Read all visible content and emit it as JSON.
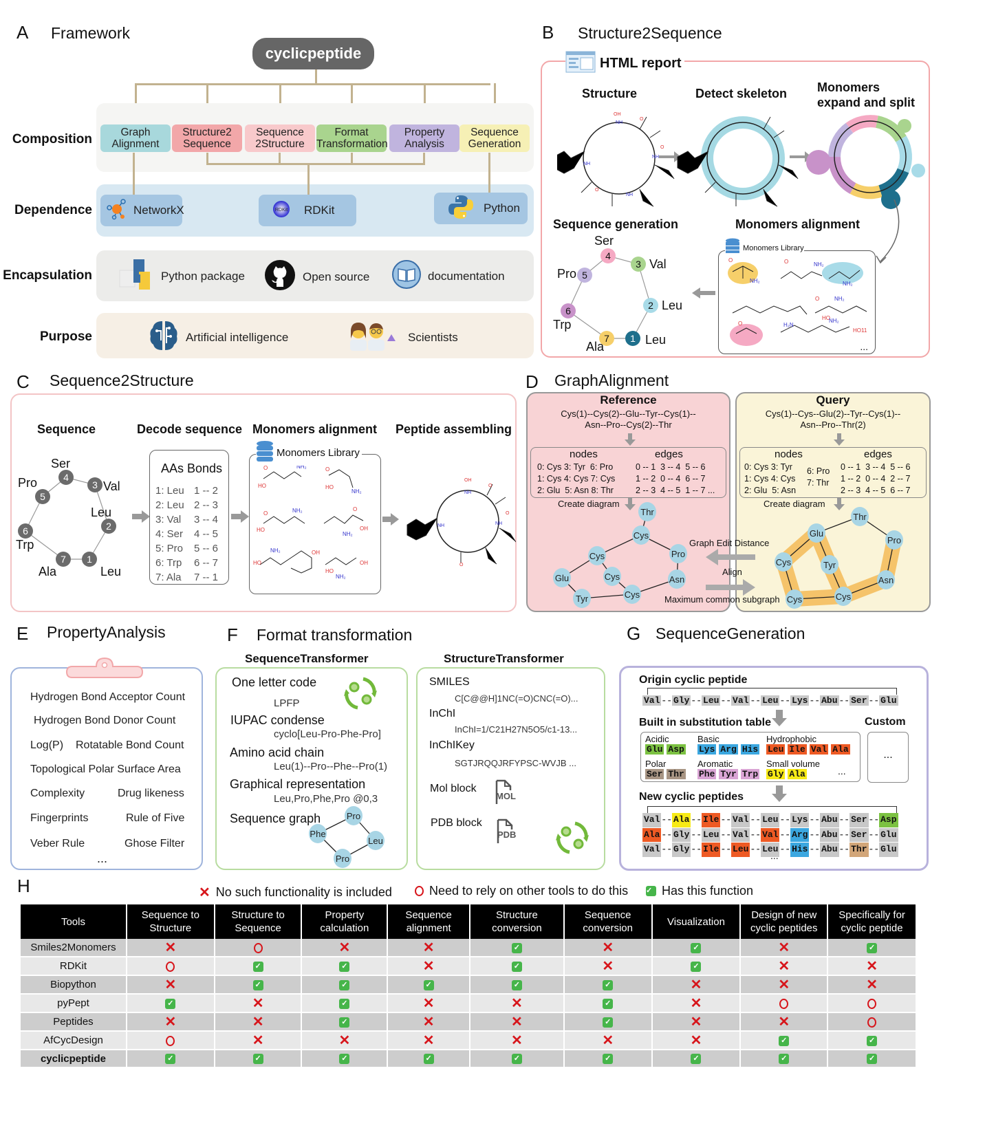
{
  "panelA": {
    "letter": "A",
    "title": "Framework",
    "root": "cyclicpeptide",
    "row_labels": [
      "Composition",
      "Dependence",
      "Encapsulation",
      "Purpose"
    ],
    "composition": [
      {
        "label": "Graph Alignment",
        "color": "#a8d8dc"
      },
      {
        "label": "Structure2 Sequence",
        "color": "#f2a7a9"
      },
      {
        "label": "Sequence 2Structure",
        "color": "#f8c9cb"
      },
      {
        "label": "Format Transformation",
        "color": "#a9d48e"
      },
      {
        "label": "Property Analysis",
        "color": "#c0b4de"
      },
      {
        "label": "Sequence Generation",
        "color": "#f6f0b5"
      }
    ],
    "dependence": [
      {
        "label": "NetworkX",
        "icon": "networkx-icon"
      },
      {
        "label": "RDKit",
        "icon": "rdkit-icon"
      },
      {
        "label": "Python",
        "icon": "python-icon"
      }
    ],
    "encapsulation": [
      {
        "label": "Python package",
        "icon": "python-package-icon"
      },
      {
        "label": "Open source",
        "icon": "github-icon"
      },
      {
        "label": "documentation",
        "icon": "book-icon"
      }
    ],
    "purpose": [
      {
        "label": "Artificial intelligence",
        "icon": "brain-icon"
      },
      {
        "label": "Scientists",
        "icon": "scientists-icon"
      }
    ]
  },
  "panelB": {
    "letter": "B",
    "title": "Structure2Sequence",
    "report_label": "HTML report",
    "steps": [
      "Structure",
      "Detect  skeleton",
      "Monomers expand and split"
    ],
    "seq_gen_title": "Sequence generation",
    "align_title": "Monomers alignment",
    "library_label": "Monomers Library",
    "ring": [
      {
        "n": "1",
        "name": "Leu",
        "color": "#1e6f8c"
      },
      {
        "n": "2",
        "name": "Leu",
        "color": "#a8dbe8"
      },
      {
        "n": "3",
        "name": "Val",
        "color": "#a9d48e"
      },
      {
        "n": "4",
        "name": "Ser",
        "color": "#f5a9c3"
      },
      {
        "n": "5",
        "name": "Pro",
        "color": "#c0b4de"
      },
      {
        "n": "6",
        "name": "Trp",
        "color": "#c892c9"
      },
      {
        "n": "7",
        "name": "Ala",
        "color": "#f6cf6a"
      }
    ],
    "ellipsis": "..."
  },
  "panelC": {
    "letter": "C",
    "title": "Sequence2Structure",
    "steps": [
      "Sequence",
      "Decode sequence",
      "Monomers alignment",
      "Peptide assembling"
    ],
    "ring": [
      {
        "n": "1",
        "name": "Leu"
      },
      {
        "n": "2",
        "name": "Leu"
      },
      {
        "n": "3",
        "name": "Val"
      },
      {
        "n": "4",
        "name": "Ser"
      },
      {
        "n": "5",
        "name": "Pro"
      },
      {
        "n": "6",
        "name": "Trp"
      },
      {
        "n": "7",
        "name": "Ala"
      }
    ],
    "decode_header": "AAs Bonds",
    "decode_rows": [
      {
        "aa": "1: Leu",
        "bond": "1 -- 2"
      },
      {
        "aa": "2: Leu",
        "bond": "2 -- 3"
      },
      {
        "aa": "3: Val",
        "bond": "3 -- 4"
      },
      {
        "aa": "4: Ser",
        "bond": "4 -- 5"
      },
      {
        "aa": "5: Pro",
        "bond": "5 -- 6"
      },
      {
        "aa": "6: Trp",
        "bond": "6 -- 7"
      },
      {
        "aa": "7: Ala",
        "bond": "7 -- 1"
      }
    ],
    "library_label": "Monomers Library"
  },
  "panelD": {
    "letter": "D",
    "title": "GraphAlignment",
    "reference": {
      "title": "Reference",
      "sequence_line1": "Cys(1)--Cys(2)--Glu--Tyr--Cys(1)--",
      "sequence_line2": "Asn--Pro--Cys(2)--Thr",
      "nodes_label": "nodes",
      "edges_label": "edges",
      "nodes": [
        "0: Cys 3: Tyr  6: Pro",
        "1: Cys 4: Cys 7: Cys",
        "2: Glu  5: Asn 8: Thr"
      ],
      "edges": [
        "0 -- 1  3 -- 4  5 -- 6",
        "1 -- 2  0 -- 4  6 -- 7",
        "2 -- 3  4 -- 5  1 -- 7 ..."
      ],
      "create_label": "Create diagram",
      "graph_nodes": [
        "Thr",
        "Cys",
        "Cys",
        "Pro",
        "Glu",
        "Cys",
        "Asn",
        "Tyr",
        "Cys"
      ]
    },
    "query": {
      "title": "Query",
      "sequence_line1": "Cys(1)--Cys--Glu(2)--Tyr--Cys(1)--",
      "sequence_line2": "Asn--Pro--Thr(2)",
      "nodes_label": "nodes",
      "edges_label": "edges",
      "nodes": [
        "0: Cys 3: Tyr",
        "1: Cys 4: Cys",
        "2: Glu  5: Asn"
      ],
      "nodes_extra": [
        "6: Pro",
        "7: Thr"
      ],
      "edges": [
        "0 -- 1  3 -- 4  5 -- 6",
        "1 -- 2  0 -- 4  2 -- 7",
        "2 -- 3  4 -- 5  6 -- 7"
      ],
      "create_label": "Create diagram",
      "graph_nodes": [
        "Thr",
        "Glu",
        "Pro",
        "Cys",
        "Tyr",
        "Asn",
        "Cys",
        "Cys"
      ]
    },
    "ged_label": "Graph Edit Distance",
    "align_label": "Align",
    "mcs_label": "Maximum common subgraph"
  },
  "panelE": {
    "letter": "E",
    "title": "PropertyAnalysis",
    "properties": [
      "Hydrogen Bond Acceptor Count",
      "Hydrogen Bond Donor Count",
      "Log(P)",
      "Rotatable Bond Count",
      "Topological Polar Surface Area",
      "Complexity",
      "Drug likeness",
      "Fingerprints",
      "Rule of Five",
      "Veber Rule",
      "Ghose Filter"
    ],
    "ellipsis": "..."
  },
  "panelF": {
    "letter": "F",
    "title": "Format transformation",
    "sequence_transformer": {
      "title": "SequenceTransformer",
      "items": [
        {
          "label": "One letter code",
          "value": "LPFP"
        },
        {
          "label": "IUPAC condense",
          "value": "cyclo[Leu-Pro-Phe-Pro]"
        },
        {
          "label": "Amino acid chain",
          "value": "Leu(1)--Pro--Phe--Pro(1)"
        },
        {
          "label": "Graphical representation",
          "value": "Leu,Pro,Phe,Pro @0,3"
        },
        {
          "label": "Sequence graph",
          "value": ""
        }
      ],
      "graph_nodes": [
        "Pro",
        "Phe",
        "Leu",
        "Pro"
      ]
    },
    "structure_transformer": {
      "title": "StructureTransformer",
      "items": [
        {
          "label": "SMILES",
          "value": "C[C@@H]1NC(=O)CNC(=O)..."
        },
        {
          "label": "InChI",
          "value": "InChI=1/C21H27N5O5/c1-13..."
        },
        {
          "label": "InChIKey",
          "value": "SGTJRQQJRFYPSC-WVJB ..."
        },
        {
          "label": "Mol block",
          "value": "MOL"
        },
        {
          "label": "PDB block",
          "value": "PDB"
        }
      ]
    }
  },
  "panelG": {
    "letter": "G",
    "title": "SequenceGeneration",
    "origin_title": "Origin cyclic peptide",
    "origin": [
      "Val",
      "Gly",
      "Leu",
      "Val",
      "Leu",
      "Lys",
      "Abu",
      "Ser",
      "Glu"
    ],
    "table_title": "Built in substitution table",
    "custom_title": "Custom",
    "custom_ellipsis": "...",
    "groups": [
      {
        "name": "Acidic",
        "members": [
          "Glu",
          "Asp"
        ],
        "color": "#7cc242"
      },
      {
        "name": "Basic",
        "members": [
          "Lys",
          "Arg",
          "His"
        ],
        "color": "#3ba7e0"
      },
      {
        "name": "Hydrophobic",
        "members": [
          "Leu",
          "Ile",
          "Val",
          "Ala"
        ],
        "color": "#ee5a24"
      },
      {
        "name": "Polar",
        "members": [
          "Ser",
          "Thr"
        ],
        "color": "#a89584"
      },
      {
        "name": "Aromatic",
        "members": [
          "Phe",
          "Tyr",
          "Trp"
        ],
        "color": "#d9a4d4"
      },
      {
        "name": "Small volume",
        "members": [
          "Gly",
          "Ala"
        ],
        "color": "#f7ea16"
      }
    ],
    "groups_ellipsis": "...",
    "new_title": "New cyclic peptides",
    "new_peptides": [
      [
        {
          "aa": "Val",
          "c": "#c8c8c8"
        },
        {
          "aa": "Ala",
          "c": "#f7ea16"
        },
        {
          "aa": "Ile",
          "c": "#ee5a24"
        },
        {
          "aa": "Val",
          "c": "#c8c8c8"
        },
        {
          "aa": "Leu",
          "c": "#c8c8c8"
        },
        {
          "aa": "Lys",
          "c": "#c8c8c8"
        },
        {
          "aa": "Abu",
          "c": "#c8c8c8"
        },
        {
          "aa": "Ser",
          "c": "#c8c8c8"
        },
        {
          "aa": "Asp",
          "c": "#7cc242"
        }
      ],
      [
        {
          "aa": "Ala",
          "c": "#ee5a24"
        },
        {
          "aa": "Gly",
          "c": "#c8c8c8"
        },
        {
          "aa": "Leu",
          "c": "#c8c8c8"
        },
        {
          "aa": "Val",
          "c": "#c8c8c8"
        },
        {
          "aa": "Val",
          "c": "#ee5a24"
        },
        {
          "aa": "Arg",
          "c": "#3ba7e0"
        },
        {
          "aa": "Abu",
          "c": "#c8c8c8"
        },
        {
          "aa": "Ser",
          "c": "#c8c8c8"
        },
        {
          "aa": "Glu",
          "c": "#c8c8c8"
        }
      ],
      [
        {
          "aa": "Val",
          "c": "#c8c8c8"
        },
        {
          "aa": "Gly",
          "c": "#c8c8c8"
        },
        {
          "aa": "Ile",
          "c": "#ee5a24"
        },
        {
          "aa": "Leu",
          "c": "#ee5a24"
        },
        {
          "aa": "Leu",
          "c": "#c8c8c8"
        },
        {
          "aa": "His",
          "c": "#3ba7e0"
        },
        {
          "aa": "Abu",
          "c": "#c8c8c8"
        },
        {
          "aa": "Thr",
          "c": "#d2a679"
        },
        {
          "aa": "Glu",
          "c": "#c8c8c8"
        }
      ]
    ],
    "new_ellipsis": "..."
  },
  "panelH": {
    "letter": "H",
    "legend": [
      {
        "mark": "x",
        "label": "No such functionality is included"
      },
      {
        "mark": "o",
        "label": "Need to rely on other tools to do this"
      },
      {
        "mark": "ok",
        "label": "Has this function"
      }
    ],
    "headers": [
      "Tools",
      "Sequence to Structure",
      "Structure to Sequence",
      "Property calculation",
      "Sequence alignment",
      "Structure conversion",
      "Sequence conversion",
      "Visualization",
      "Design of new cyclic peptides",
      "Specifically for cyclic peptide"
    ],
    "rows": [
      {
        "tool": "Smiles2Monomers",
        "marks": [
          "x",
          "o",
          "x",
          "x",
          "ok",
          "x",
          "ok",
          "x",
          "ok"
        ]
      },
      {
        "tool": "RDKit",
        "marks": [
          "o",
          "ok",
          "ok",
          "x",
          "ok",
          "x",
          "ok",
          "x",
          "x"
        ]
      },
      {
        "tool": "Biopython",
        "marks": [
          "x",
          "ok",
          "ok",
          "ok",
          "ok",
          "ok",
          "x",
          "x",
          "x"
        ]
      },
      {
        "tool": "pyPept",
        "marks": [
          "ok",
          "x",
          "ok",
          "x",
          "x",
          "ok",
          "x",
          "o",
          "o"
        ]
      },
      {
        "tool": "Peptides",
        "marks": [
          "x",
          "x",
          "ok",
          "x",
          "x",
          "ok",
          "x",
          "x",
          "o"
        ]
      },
      {
        "tool": "AfCycDesign",
        "marks": [
          "o",
          "x",
          "x",
          "x",
          "x",
          "x",
          "x",
          "ok",
          "ok"
        ]
      },
      {
        "tool": "cyclicpeptide",
        "marks": [
          "ok",
          "ok",
          "ok",
          "ok",
          "ok",
          "ok",
          "ok",
          "ok",
          "ok"
        ],
        "bold": true
      }
    ]
  }
}
